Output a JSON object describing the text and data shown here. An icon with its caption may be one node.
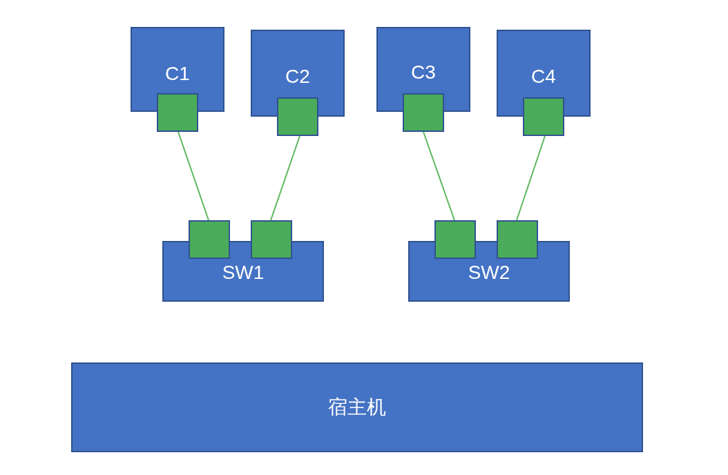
{
  "diagram": {
    "nodes": [
      {
        "text": [
          "C1"
        ]
      },
      {
        "text": [
          "C2"
        ]
      },
      {
        "text": [
          "C3"
        ]
      },
      {
        "text": [
          "C4"
        ]
      },
      {
        "text": [],
        "shape": "box"
      },
      {
        "text": [],
        "shape": "box"
      },
      {
        "text": [],
        "shape": "box"
      },
      {
        "text": [],
        "shape": "box"
      },
      {
        "text": [],
        "shape": "box"
      },
      {
        "text": [],
        "shape": "box"
      },
      {
        "text": [],
        "shape": "box"
      },
      {
        "text": [],
        "shape": "box"
      },
      {
        "text": [
          "SW1"
        ]
      },
      {
        "text": [
          "SW2"
        ]
      },
      {
        "text": [
          "宿主机"
        ]
      }
    ],
    "edges": [
      {
        "from": 4,
        "to": 8,
        "arrow": "none"
      },
      {
        "from": 5,
        "to": 9,
        "arrow": "none"
      },
      {
        "from": 6,
        "to": 10,
        "arrow": "none"
      },
      {
        "from": 7,
        "to": 11,
        "arrow": "none"
      }
    ]
  }
}
